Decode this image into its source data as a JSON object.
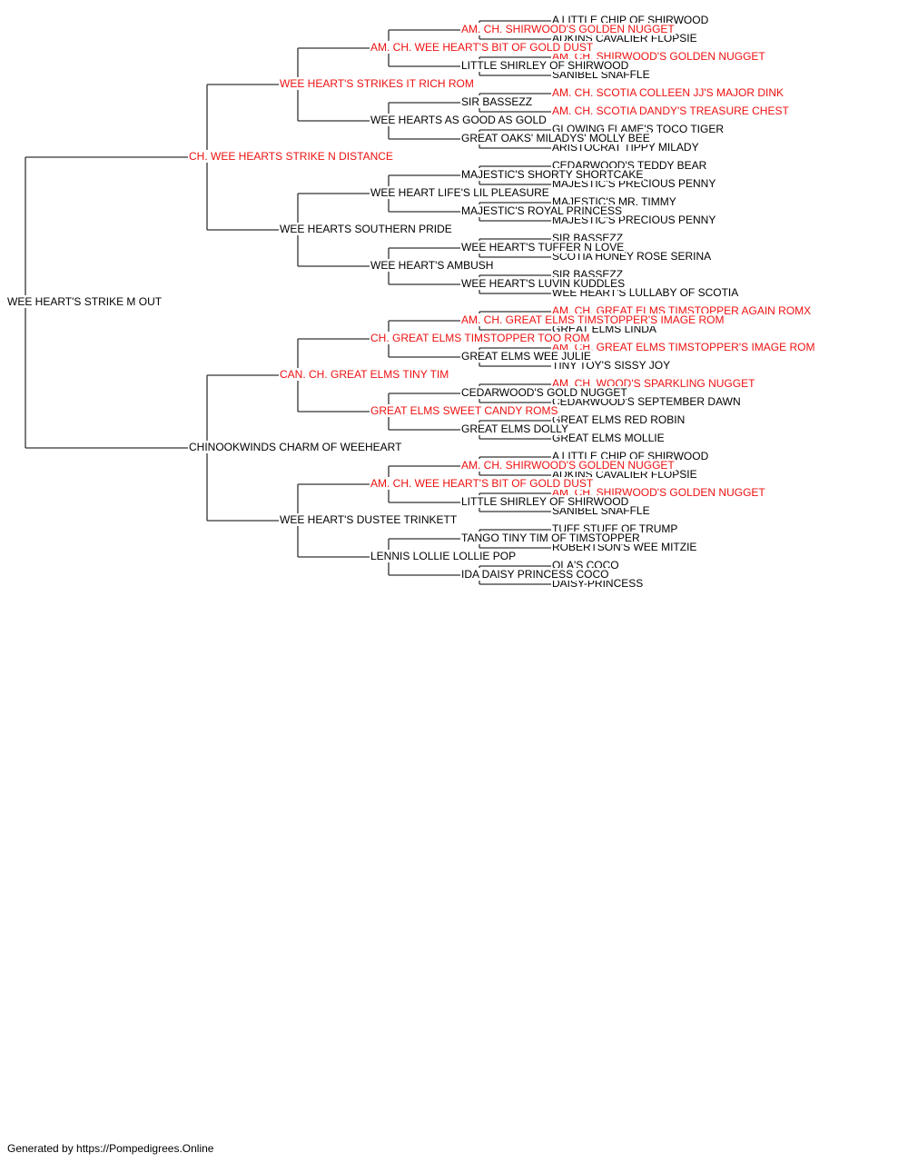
{
  "colors": {
    "champion": "#ee1111",
    "normal": "#000000",
    "line": "#333333"
  },
  "pedigree": {
    "name": "WEE HEART'S STRIKE M OUT",
    "champion": false,
    "sire": {
      "name": "CH. WEE HEARTS STRIKE N DISTANCE",
      "champion": true,
      "sire": {
        "name": "WEE HEART'S STRIKES IT RICH ROM",
        "champion": true,
        "sire": {
          "name": "AM. CH. WEE HEART'S BIT OF GOLD DUST",
          "champion": true,
          "sire": {
            "name": "AM. CH. SHIRWOOD'S GOLDEN NUGGET",
            "champion": true,
            "sire": {
              "name": "A LITTLE CHIP OF SHIRWOOD",
              "champion": false
            },
            "dam": {
              "name": "ADKINS CAVALIER FLOPSIE",
              "champion": false
            }
          },
          "dam": {
            "name": "LITTLE SHIRLEY OF SHIRWOOD",
            "champion": false,
            "sire": {
              "name": "AM. CH. SHIRWOOD'S GOLDEN NUGGET",
              "champion": true
            },
            "dam": {
              "name": "SANIBEL SNAFFLE",
              "champion": false
            }
          }
        },
        "dam": {
          "name": "WEE HEARTS AS GOOD AS GOLD",
          "champion": false,
          "sire": {
            "name": "SIR BASSEZZ",
            "champion": false,
            "sire": {
              "name": "AM. CH. SCOTIA COLLEEN JJ'S MAJOR DINK",
              "champion": true
            },
            "dam": {
              "name": "AM. CH. SCOTIA DANDY'S TREASURE CHEST",
              "champion": true
            }
          },
          "dam": {
            "name": "GREAT OAKS' MILADYS' MOLLY BEE",
            "champion": false,
            "sire": {
              "name": "GLOWING FLAME'S TOCO TIGER",
              "champion": false
            },
            "dam": {
              "name": "ARISTOCRAT TIPPY MILADY",
              "champion": false
            }
          }
        }
      },
      "dam": {
        "name": "WEE HEARTS SOUTHERN PRIDE",
        "champion": false,
        "sire": {
          "name": "WEE HEART LIFE'S LIL PLEASURE",
          "champion": false,
          "sire": {
            "name": "MAJESTIC'S SHORTY SHORTCAKE",
            "champion": false,
            "sire": {
              "name": "CEDARWOOD'S TEDDY BEAR",
              "champion": false
            },
            "dam": {
              "name": "MAJESTIC'S PRECIOUS PENNY",
              "champion": false
            }
          },
          "dam": {
            "name": "MAJESTIC'S ROYAL PRINCESS",
            "champion": false,
            "sire": {
              "name": "MAJESTIC'S MR. TIMMY",
              "champion": false
            },
            "dam": {
              "name": "MAJESTIC'S PRECIOUS PENNY",
              "champion": false
            }
          }
        },
        "dam": {
          "name": "WEE HEART'S AMBUSH",
          "champion": false,
          "sire": {
            "name": "WEE HEART'S TUFFER N LOVE",
            "champion": false,
            "sire": {
              "name": "SIR BASSEZZ",
              "champion": false
            },
            "dam": {
              "name": "SCOTIA HONEY ROSE SERINA",
              "champion": false
            }
          },
          "dam": {
            "name": "WEE HEART'S LUVIN KUDDLES",
            "champion": false,
            "sire": {
              "name": "SIR BASSEZZ",
              "champion": false
            },
            "dam": {
              "name": "WEE HEART'S LULLABY OF SCOTIA",
              "champion": false
            }
          }
        }
      }
    },
    "dam": {
      "name": "CHINOOKWINDS CHARM OF WEEHEART",
      "champion": false,
      "sire": {
        "name": "CAN. CH. GREAT ELMS TINY TIM",
        "champion": true,
        "sire": {
          "name": "CH. GREAT ELMS TIMSTOPPER TOO ROM",
          "champion": true,
          "sire": {
            "name": "AM. CH. GREAT ELMS TIMSTOPPER'S IMAGE ROM",
            "champion": true,
            "sire": {
              "name": "AM. CH. GREAT ELMS TIMSTOPPER AGAIN ROMX",
              "champion": true
            },
            "dam": {
              "name": "GREAT ELMS LINDA",
              "champion": false
            }
          },
          "dam": {
            "name": "GREAT ELMS WEE JULIE",
            "champion": false,
            "sire": {
              "name": "AM. CH. GREAT ELMS TIMSTOPPER'S IMAGE ROM",
              "champion": true
            },
            "dam": {
              "name": "TINY TOY'S SISSY JOY",
              "champion": false
            }
          }
        },
        "dam": {
          "name": "GREAT ELMS SWEET CANDY ROMS",
          "champion": true,
          "sire": {
            "name": "CEDARWOOD'S GOLD NUGGET",
            "champion": false,
            "sire": {
              "name": "AM. CH. WOOD'S SPARKLING NUGGET",
              "champion": true
            },
            "dam": {
              "name": "CEDARWOOD'S SEPTEMBER DAWN",
              "champion": false
            }
          },
          "dam": {
            "name": "GREAT ELMS DOLLY",
            "champion": false,
            "sire": {
              "name": "GREAT ELMS RED ROBIN",
              "champion": false
            },
            "dam": {
              "name": "GREAT ELMS MOLLIE",
              "champion": false
            }
          }
        }
      },
      "dam": {
        "name": "WEE HEART'S DUSTEE TRINKETT",
        "champion": false,
        "sire": {
          "name": "AM. CH. WEE HEART'S BIT OF GOLD DUST",
          "champion": true,
          "sire": {
            "name": "AM. CH. SHIRWOOD'S GOLDEN NUGGET",
            "champion": true,
            "sire": {
              "name": "A LITTLE CHIP OF SHIRWOOD",
              "champion": false
            },
            "dam": {
              "name": "ADKINS CAVALIER FLOPSIE",
              "champion": false
            }
          },
          "dam": {
            "name": "LITTLE SHIRLEY OF SHIRWOOD",
            "champion": false,
            "sire": {
              "name": "AM. CH. SHIRWOOD'S GOLDEN NUGGET",
              "champion": true
            },
            "dam": {
              "name": "SANIBEL SNAFFLE",
              "champion": false
            }
          }
        },
        "dam": {
          "name": "LENNIS LOLLIE LOLLIE POP",
          "champion": false,
          "sire": {
            "name": "TANGO TINY TIM OF TIMSTOPPER",
            "champion": false,
            "sire": {
              "name": "TUFF STUFF OF TRUMP",
              "champion": false
            },
            "dam": {
              "name": "ROBERTSON'S WEE MITZIE",
              "champion": false
            }
          },
          "dam": {
            "name": "IDA DAISY PRINCESS COCO",
            "champion": false,
            "sire": {
              "name": "OLA'S COCO",
              "champion": false
            },
            "dam": {
              "name": "DAISY-PRINCESS",
              "champion": false
            }
          }
        }
      }
    }
  },
  "footer": {
    "text": "Generated by https://Pompedigrees.Online"
  }
}
